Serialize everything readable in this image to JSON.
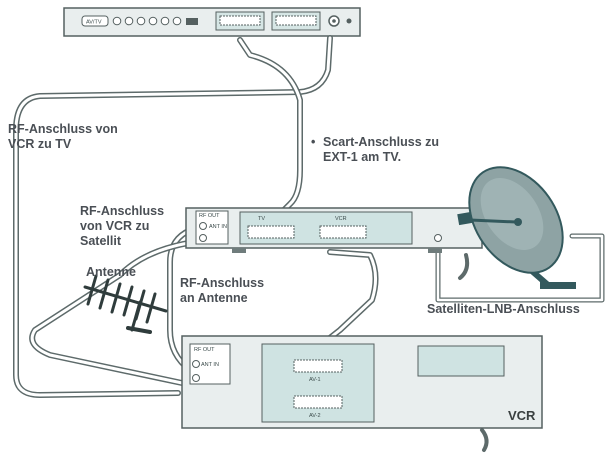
{
  "labels": {
    "rf_vcr_tv_line1": "RF-Anschluss von",
    "rf_vcr_tv_line2": "VCR zu TV",
    "scart_line1": "Scart-Anschluss zu",
    "scart_line2": "EXT-1 am TV.",
    "rf_vcr_sat_line1": "RF-Anschluss",
    "rf_vcr_sat_line2": "von VCR zu",
    "rf_vcr_sat_line3": "Satellit",
    "antenne": "Antenne",
    "rf_ant_line1": "RF-Anschluss",
    "rf_ant_line2": "an Antenne",
    "lnb": "Satelliten-LNB-Anschluss",
    "vcr": "VCR",
    "bullet": "•"
  },
  "device_labels": {
    "tv_left": "AV/TV",
    "sat_rf_out": "RF OUT",
    "sat_ant_in": "ANT IN",
    "sat_tv": "TV",
    "sat_vcr": "VCR",
    "vcr_rf_out": "RF OUT",
    "vcr_ant_in": "ANT IN",
    "vcr_av1": "AV-1",
    "vcr_av2": "AV-2"
  },
  "colors": {
    "device_fill": "#e9eeee",
    "panel_fill": "#cfe3e2",
    "cable": "#ffffff",
    "cable_edge": "#5d6a6a",
    "dish": "#8ea3a4",
    "label": "#4a4f55"
  }
}
